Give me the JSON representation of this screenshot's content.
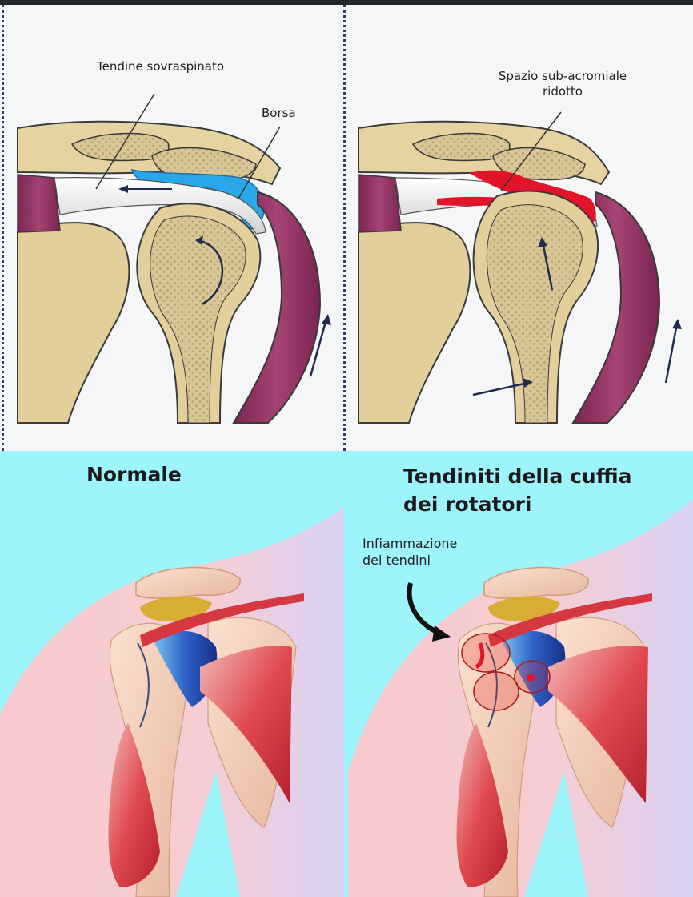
{
  "top": {
    "left_labels": {
      "tendon": "Tendine sovraspinato",
      "bursa": "Borsa"
    },
    "right_labels": {
      "space_line1": "Spazio sub-acromiale",
      "space_line2": "ridotto"
    }
  },
  "bottom": {
    "title_left": "Normale",
    "title_right_line1": "Tendiniti della cuffia",
    "title_right_line2": "dei rotatori",
    "annotation_line1": "Infiammazione",
    "annotation_line2": "dei tendini"
  },
  "colors": {
    "bone": "#e4d2a0",
    "bone_spongy": "#c9b98c",
    "muscle": "#8e2f5f",
    "bursa": "#2aa7e8",
    "inflammation": "#e3142a",
    "skin": "#f6c9cc",
    "background_bottom": "#9ef4fb"
  }
}
